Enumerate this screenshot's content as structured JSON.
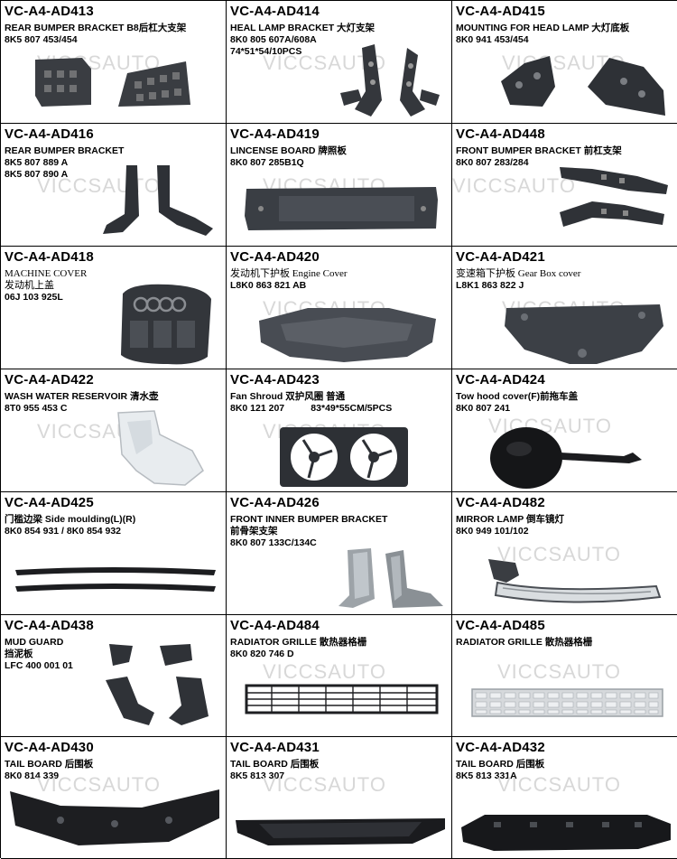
{
  "watermark": "VICCSAUTO",
  "cells": [
    {
      "code": "VC-A4-AD413",
      "lines": [
        "REAR BUMPER BRACKET B8后杠大支架",
        "8K5 807 453/454"
      ]
    },
    {
      "code": "VC-A4-AD414",
      "lines": [
        "HEAL LAMP BRACKET 大灯支架",
        "8K0 805 607A/608A",
        "74*51*54/10PCS"
      ]
    },
    {
      "code": "VC-A4-AD415",
      "lines": [
        "MOUNTING FOR HEAD LAMP 大灯底板",
        "8K0 941  453/454"
      ]
    },
    {
      "code": "VC-A4-AD416",
      "lines": [
        "REAR BUMPER BRACKET",
        "8K5 807 889 A",
        "8K5 807 890 A"
      ]
    },
    {
      "code": "VC-A4-AD419",
      "lines": [
        "LINCENSE BOARD 牌照板",
        "8K0 807 285B1Q"
      ]
    },
    {
      "code": "VC-A4-AD448",
      "lines": [
        "FRONT BUMPER BRACKET 前杠支架",
        "8K0 807 283/284"
      ]
    },
    {
      "code": "VC-A4-AD418",
      "lines": [
        "MACHINE COVER",
        "发动机上盖",
        "06J 103 925L"
      ]
    },
    {
      "code": "VC-A4-AD420",
      "lines": [
        "发动机下护板   Engine Cover",
        "L8K0 863 821 AB"
      ]
    },
    {
      "code": "VC-A4-AD421",
      "lines": [
        "变速箱下护板 Gear Box cover",
        "L8K1 863 822 J"
      ]
    },
    {
      "code": "VC-A4-AD422",
      "lines": [
        "WASH WATER RESERVOIR 清水壶",
        "8T0 955 453 C"
      ]
    },
    {
      "code": "VC-A4-AD423",
      "lines": [
        "Fan Shroud 双护风圈  普通",
        "8K0 121 207          83*49*55CM/5PCS"
      ]
    },
    {
      "code": "VC-A4-AD424",
      "lines": [
        "Tow hood cover(F)前拖车盖",
        "8K0 807 241"
      ]
    },
    {
      "code": "VC-A4-AD425",
      "lines": [
        "门槛边梁  Side moulding(L)(R)",
        "8K0 854 931 / 8K0 854 932"
      ]
    },
    {
      "code": "VC-A4-AD426",
      "lines": [
        "FRONT INNER BUMPER BRACKET",
        "前骨架支架",
        "8K0 807 133C/134C"
      ]
    },
    {
      "code": "VC-A4-AD482",
      "lines": [
        "MIRROR LAMP 倒车镜灯",
        "8K0 949 101/102"
      ]
    },
    {
      "code": "VC-A4-AD438",
      "lines": [
        "MUD GUARD",
        "挡泥板",
        "LFC 400 001 01"
      ]
    },
    {
      "code": "VC-A4-AD484",
      "lines": [
        "RADIATOR GRILLE 散热器格栅",
        "8K0 820 746 D"
      ]
    },
    {
      "code": "VC-A4-AD485",
      "lines": [
        "RADIATOR GRILLE 散热器格栅"
      ]
    },
    {
      "code": "VC-A4-AD430",
      "lines": [
        "TAIL BOARD 后围板",
        "8K0 814 339"
      ]
    },
    {
      "code": "VC-A4-AD431",
      "lines": [
        "TAIL BOARD 后围板",
        "8K5 813 307"
      ]
    },
    {
      "code": "VC-A4-AD432",
      "lines": [
        "TAIL BOARD 后围板",
        "8K5 813 331A"
      ]
    }
  ]
}
